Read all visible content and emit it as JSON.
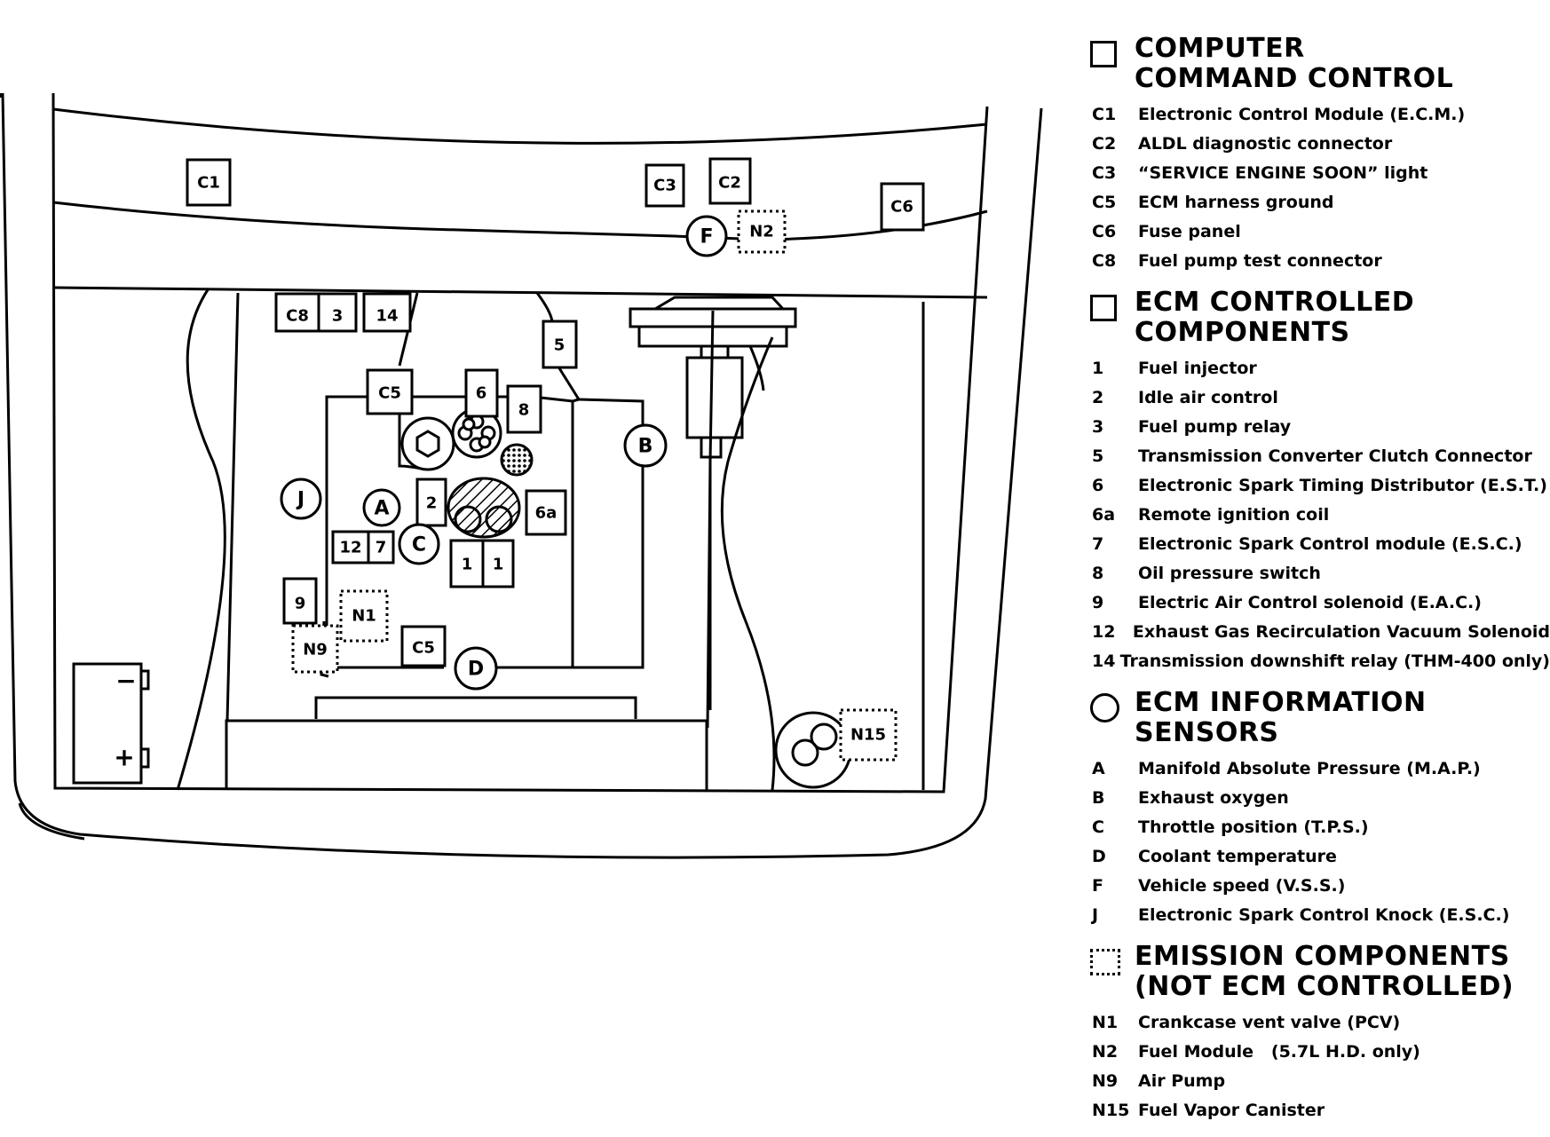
{
  "diagram": {
    "labels": {
      "c1": "C1",
      "c2": "C2",
      "c3": "C3",
      "c5a": "C5",
      "c5b": "C5",
      "c6": "C6",
      "c8": "C8",
      "n1": "N1",
      "n2": "N2",
      "n9": "N9",
      "n15": "N15",
      "r1a": "1",
      "r1b": "1",
      "r2": "2",
      "r3": "3",
      "r5": "5",
      "r6": "6",
      "r6a": "6a",
      "r7": "7",
      "r8": "8",
      "r9": "9",
      "r12": "12",
      "r14": "14",
      "sA": "A",
      "sB": "B",
      "sC": "C",
      "sD": "D",
      "sF": "F",
      "sJ": "J",
      "batt_minus": "−",
      "batt_plus": "+"
    }
  },
  "legend": {
    "sections": [
      {
        "title": "COMPUTER COMMAND CONTROL",
        "items": [
          {
            "code": "C1",
            "desc": "Electronic Control Module (E.C.M.)"
          },
          {
            "code": "C2",
            "desc": "ALDL diagnostic connector"
          },
          {
            "code": "C3",
            "desc": "“SERVICE ENGINE SOON” light"
          },
          {
            "code": "C5",
            "desc": "ECM harness ground"
          },
          {
            "code": "C6",
            "desc": "Fuse panel"
          },
          {
            "code": "C8",
            "desc": "Fuel pump test connector"
          }
        ]
      },
      {
        "title": "ECM CONTROLLED COMPONENTS",
        "items": [
          {
            "code": "1",
            "desc": "Fuel injector"
          },
          {
            "code": "2",
            "desc": "Idle air control"
          },
          {
            "code": "3",
            "desc": "Fuel pump relay"
          },
          {
            "code": "5",
            "desc": "Transmission Converter Clutch Connector"
          },
          {
            "code": "6",
            "desc": "Electronic Spark Timing Distributor (E.S.T.)"
          },
          {
            "code": "6a",
            "desc": "Remote ignition coil"
          },
          {
            "code": "7",
            "desc": "Electronic Spark Control module (E.S.C.)"
          },
          {
            "code": "8",
            "desc": "Oil pressure switch"
          },
          {
            "code": "9",
            "desc": "Electric Air Control solenoid (E.A.C.)"
          },
          {
            "code": "12",
            "desc": "Exhaust Gas Recirculation Vacuum Solenoid"
          },
          {
            "code": "14",
            "desc": "Transmission downshift relay (THM-400 only)"
          }
        ]
      },
      {
        "title": "ECM INFORMATION SENSORS",
        "items": [
          {
            "code": "A",
            "desc": "Manifold Absolute Pressure (M.A.P.)"
          },
          {
            "code": "B",
            "desc": "Exhaust oxygen"
          },
          {
            "code": "C",
            "desc": "Throttle position (T.P.S.)"
          },
          {
            "code": "D",
            "desc": "Coolant temperature"
          },
          {
            "code": "F",
            "desc": "Vehicle speed (V.S.S.)"
          },
          {
            "code": "J",
            "desc": "Electronic Spark Control Knock (E.S.C.)"
          }
        ]
      },
      {
        "title": "EMISSION COMPONENTS (NOT ECM CONTROLLED)",
        "items": [
          {
            "code": "N1",
            "desc": "Crankcase vent valve (PCV)"
          },
          {
            "code": "N2",
            "desc": "Fuel Module   (5.7L H.D. only)"
          },
          {
            "code": "N9",
            "desc": "Air Pump"
          },
          {
            "code": "N15",
            "desc": "Fuel Vapor Canister"
          }
        ]
      }
    ]
  }
}
